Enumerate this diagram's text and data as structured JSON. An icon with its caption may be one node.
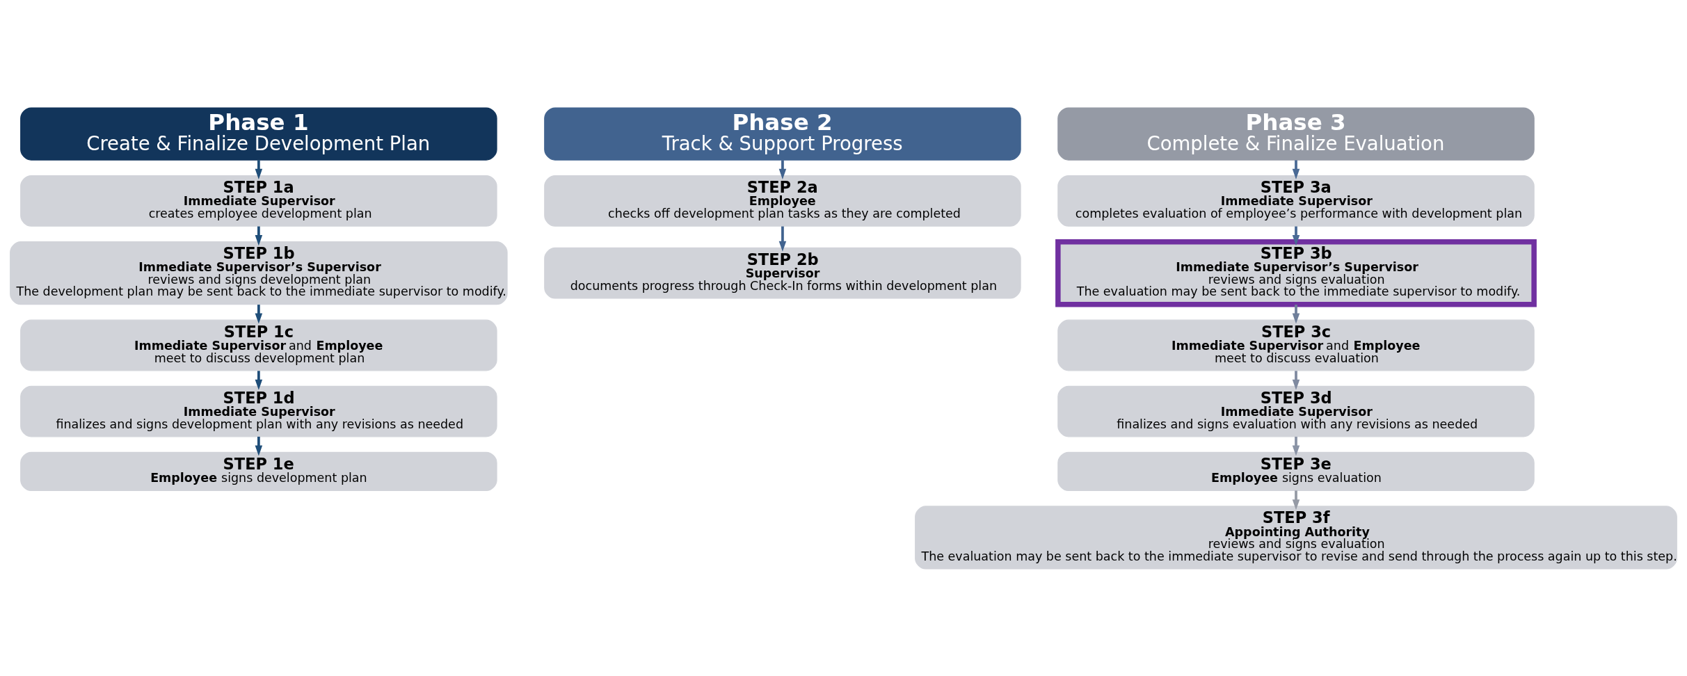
{
  "diagram": {
    "nodes": [
      {
        "text": [
          "Phase 1",
          "Create & Finalize Development Plan"
        ]
      },
      {
        "text": [
          "STEP 1a",
          "Immediate Supervisor",
          "creates employee development plan"
        ]
      },
      {
        "text": [
          "STEP 1b",
          "Immediate Supervisor’s Supervisor",
          "reviews and signs development plan",
          "The development plan may be sent back to the immediate supervisor to modify."
        ]
      },
      {
        "text": [
          "STEP 1c",
          "**Immediate Supervisor** and **Employee**",
          "meet to discuss development plan"
        ]
      },
      {
        "text": [
          "STEP 1d",
          "Immediate Supervisor",
          "finalizes and signs development plan with any revisions as needed"
        ]
      },
      {
        "text": [
          "STEP 1e",
          "**Employee** signs development plan"
        ]
      },
      {
        "text": [
          "Phase 2",
          "Track & Support Progress"
        ]
      },
      {
        "text": [
          "STEP 2a",
          "Employee",
          "checks off development plan tasks as they are completed"
        ]
      },
      {
        "text": [
          "STEP 2b",
          "Supervisor",
          "documents progress through Check-In forms within development plan"
        ]
      },
      {
        "text": [
          "Phase 3",
          "Complete & Finalize Evaluation"
        ]
      },
      {
        "text": [
          "STEP 3a",
          "Immediate Supervisor",
          "completes evaluation of employee’s performance with development plan"
        ]
      },
      {
        "text": [
          "STEP 3b",
          "Immediate Supervisor’s Supervisor",
          "reviews and signs evaluation",
          "The evaluation may be sent back to the immediate supervisor to modify."
        ]
      },
      {
        "text": [
          "STEP 3c",
          "**Immediate Supervisor** and **Employee**",
          "meet to discuss evaluation"
        ]
      },
      {
        "text": [
          "STEP 3d",
          "Immediate Supervisor",
          "finalizes and signs evaluation with any revisions as needed"
        ]
      },
      {
        "text": [
          "STEP 3e",
          "**Employee** signs evaluation"
        ]
      },
      {
        "text": [
          "STEP 3f",
          "Appointing Authority",
          "reviews and signs evaluation",
          "The evaluation may be sent back to the immediate supervisor to revise and send through the process again up to this step."
        ]
      }
    ],
    "edges": [
      {
        "from": 0,
        "to": 1,
        "arrow": "to",
        "color": "#1f4e79"
      },
      {
        "from": 1,
        "to": 2,
        "arrow": "to",
        "color": "#1f4e79"
      },
      {
        "from": 2,
        "to": 3,
        "arrow": "to",
        "color": "#1f4e79"
      },
      {
        "from": 3,
        "to": 4,
        "arrow": "to",
        "color": "#1f4e79"
      },
      {
        "from": 4,
        "to": 5,
        "arrow": "to",
        "color": "#1f4e79"
      },
      {
        "from": 6,
        "to": 7,
        "arrow": "to",
        "color": "#41638f"
      },
      {
        "from": 7,
        "to": 8,
        "arrow": "to",
        "color": "#41638f"
      },
      {
        "from": 9,
        "to": 10,
        "arrow": "to",
        "color": "#4a6a95"
      },
      {
        "from": 10,
        "to": 11,
        "arrow": "to",
        "color": "#4a6a95"
      },
      {
        "from": 11,
        "to": 12,
        "arrow": "to",
        "color": "#6f7f9a"
      },
      {
        "from": 12,
        "to": 13,
        "arrow": "to",
        "color": "#7f8aa0"
      },
      {
        "from": 13,
        "to": 14,
        "arrow": "to",
        "color": "#8a93a5"
      },
      {
        "from": 14,
        "to": 15,
        "arrow": "to",
        "color": "#959aa5"
      }
    ]
  }
}
